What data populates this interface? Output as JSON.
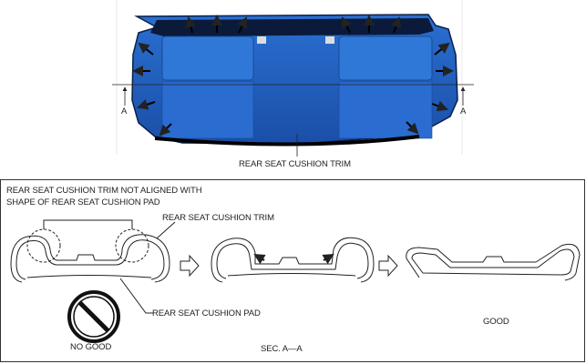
{
  "top_view": {
    "section_marker_left": "A",
    "section_marker_right": "A",
    "callout_trim": "REAR SEAT CUSHION TRIM"
  },
  "section_panel": {
    "note_line1": "REAR SEAT CUSHION TRIM NOT ALIGNED WITH",
    "note_line2": "SHAPE OF REAR SEAT CUSHION PAD",
    "callout_trim": "REAR SEAT CUSHION TRIM",
    "callout_pad": "REAR SEAT CUSHION PAD",
    "no_good_label": "NO GOOD",
    "good_label": "GOOD",
    "section_label": "SEC. A—A"
  },
  "colors": {
    "seat_blue": "#1f5fbf",
    "seat_dark": "#0c2f73",
    "line": "#222222"
  }
}
